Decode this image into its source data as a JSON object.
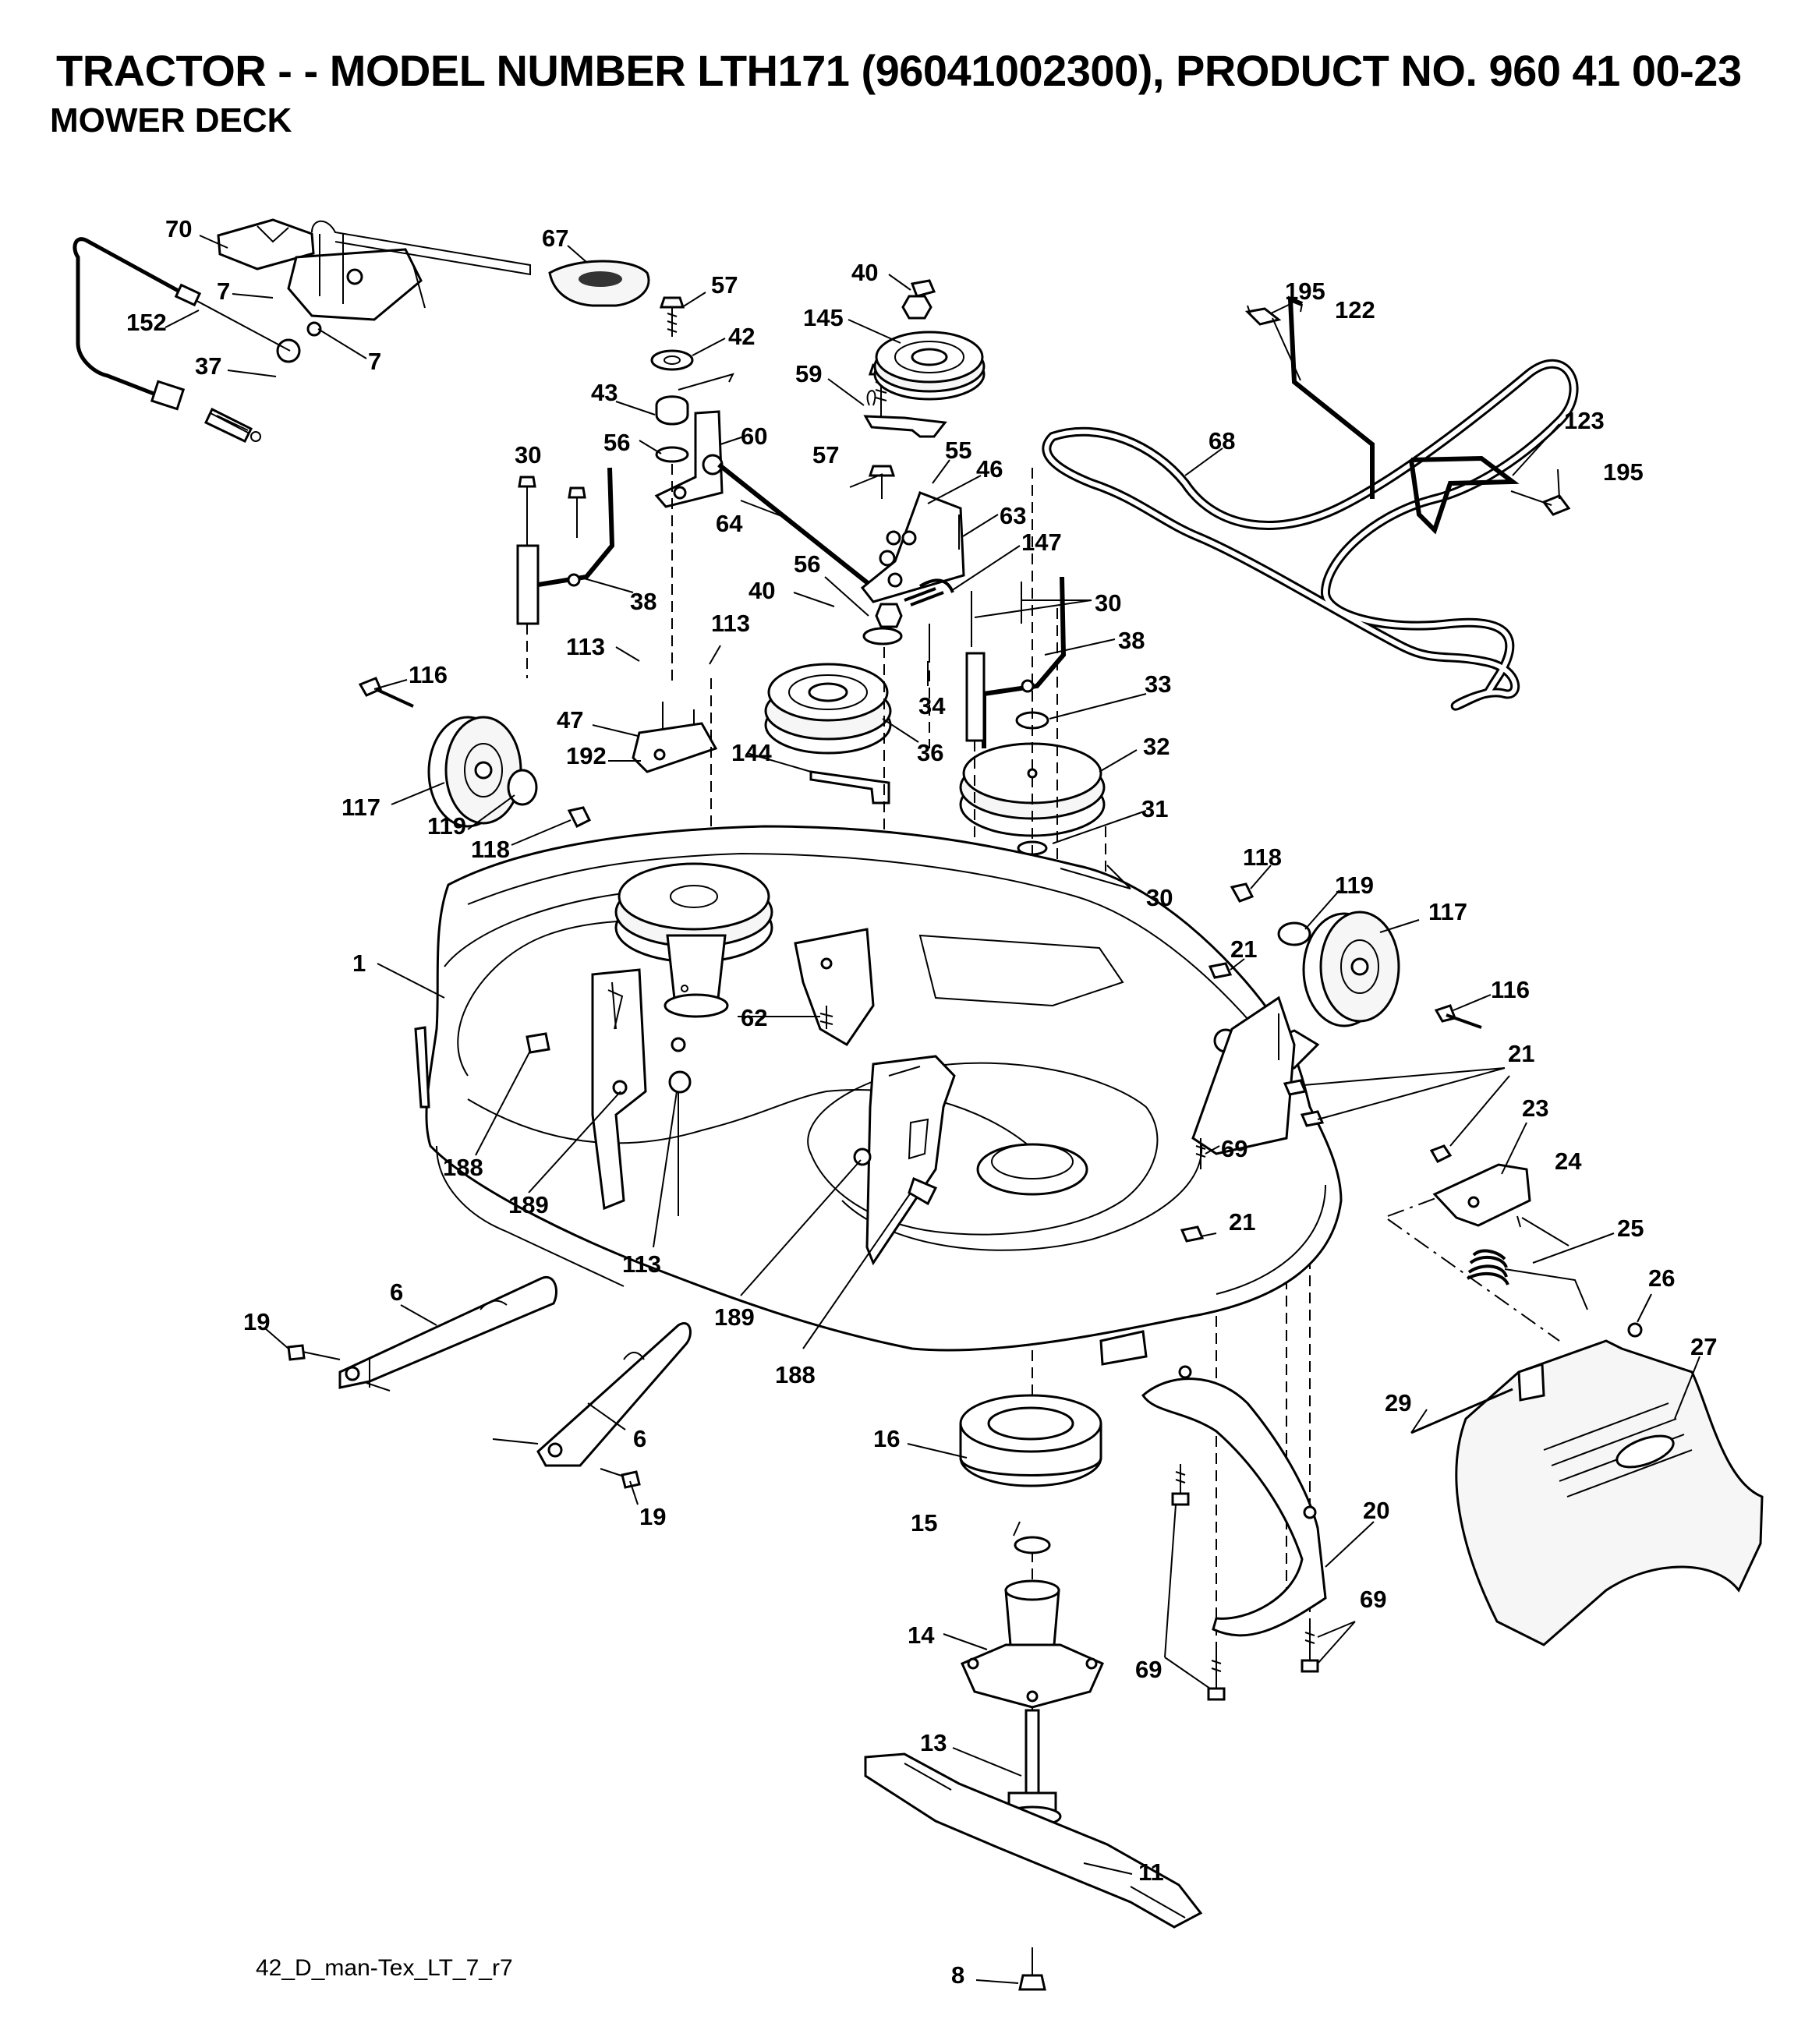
{
  "header": {
    "title": "TRACTOR - - MODEL NUMBER LTH171 (96041002300), PRODUCT NO. 960 41 00-23",
    "subtitle": "MOWER DECK"
  },
  "footer": {
    "doc_ref": "42_D_man-Tex_LT_7_r7"
  },
  "callouts": [
    {
      "id": "c70",
      "text": "70"
    },
    {
      "id": "c67",
      "text": "67"
    },
    {
      "id": "c40a",
      "text": "40"
    },
    {
      "id": "c57a",
      "text": "57"
    },
    {
      "id": "c7a",
      "text": "7"
    },
    {
      "id": "c152",
      "text": "152"
    },
    {
      "id": "c7b",
      "text": "7"
    },
    {
      "id": "c37",
      "text": "37"
    },
    {
      "id": "c42",
      "text": "42"
    },
    {
      "id": "c145",
      "text": "145"
    },
    {
      "id": "c195a",
      "text": "195"
    },
    {
      "id": "c122",
      "text": "122"
    },
    {
      "id": "c43",
      "text": "43"
    },
    {
      "id": "c59",
      "text": "59"
    },
    {
      "id": "c60",
      "text": "60"
    },
    {
      "id": "c123",
      "text": "123"
    },
    {
      "id": "c68",
      "text": "68"
    },
    {
      "id": "c195b",
      "text": "195"
    },
    {
      "id": "c30a",
      "text": "30"
    },
    {
      "id": "c56a",
      "text": "56"
    },
    {
      "id": "c57b",
      "text": "57"
    },
    {
      "id": "c55",
      "text": "55"
    },
    {
      "id": "c46",
      "text": "46"
    },
    {
      "id": "c64",
      "text": "64"
    },
    {
      "id": "c63",
      "text": "63"
    },
    {
      "id": "c147",
      "text": "147"
    },
    {
      "id": "c56b",
      "text": "56"
    },
    {
      "id": "c40b",
      "text": "40"
    },
    {
      "id": "c30b",
      "text": "30"
    },
    {
      "id": "c38a",
      "text": "38"
    },
    {
      "id": "c38b",
      "text": "38"
    },
    {
      "id": "c113a",
      "text": "113"
    },
    {
      "id": "c113b",
      "text": "113"
    },
    {
      "id": "c116a",
      "text": "116"
    },
    {
      "id": "c34",
      "text": "34"
    },
    {
      "id": "c33",
      "text": "33"
    },
    {
      "id": "c47",
      "text": "47"
    },
    {
      "id": "c192",
      "text": "192"
    },
    {
      "id": "c144",
      "text": "144"
    },
    {
      "id": "c36",
      "text": "36"
    },
    {
      "id": "c32",
      "text": "32"
    },
    {
      "id": "c117a",
      "text": "117"
    },
    {
      "id": "c119a",
      "text": "119"
    },
    {
      "id": "c118a",
      "text": "118"
    },
    {
      "id": "c31",
      "text": "31"
    },
    {
      "id": "c118b",
      "text": "118"
    },
    {
      "id": "c119b",
      "text": "119"
    },
    {
      "id": "c30c",
      "text": "30"
    },
    {
      "id": "c117b",
      "text": "117"
    },
    {
      "id": "c1",
      "text": "1"
    },
    {
      "id": "c21a",
      "text": "21"
    },
    {
      "id": "c62",
      "text": "62"
    },
    {
      "id": "c116b",
      "text": "116"
    },
    {
      "id": "c21b",
      "text": "21"
    },
    {
      "id": "c23",
      "text": "23"
    },
    {
      "id": "c69a",
      "text": "69"
    },
    {
      "id": "c188a",
      "text": "188"
    },
    {
      "id": "c24",
      "text": "24"
    },
    {
      "id": "c189a",
      "text": "189"
    },
    {
      "id": "c21c",
      "text": "21"
    },
    {
      "id": "c25",
      "text": "25"
    },
    {
      "id": "c113c",
      "text": "113"
    },
    {
      "id": "c26",
      "text": "26"
    },
    {
      "id": "c6a",
      "text": "6"
    },
    {
      "id": "c27",
      "text": "27"
    },
    {
      "id": "c19a",
      "text": "19"
    },
    {
      "id": "c189b",
      "text": "189"
    },
    {
      "id": "c188b",
      "text": "188"
    },
    {
      "id": "c29",
      "text": "29"
    },
    {
      "id": "c6b",
      "text": "6"
    },
    {
      "id": "c16",
      "text": "16"
    },
    {
      "id": "c19b",
      "text": "19"
    },
    {
      "id": "c20",
      "text": "20"
    },
    {
      "id": "c15",
      "text": "15"
    },
    {
      "id": "c69b",
      "text": "69"
    },
    {
      "id": "c14",
      "text": "14"
    },
    {
      "id": "c69c",
      "text": "69"
    },
    {
      "id": "c13",
      "text": "13"
    },
    {
      "id": "c11",
      "text": "11"
    },
    {
      "id": "c8",
      "text": "8"
    }
  ]
}
